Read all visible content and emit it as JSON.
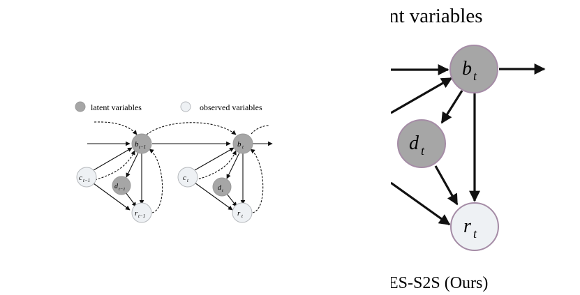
{
  "legend": {
    "latent_label": "latent variables",
    "observed_label": "observed variables"
  },
  "left_diagram": {
    "nodes": {
      "b_prev": {
        "base": "b",
        "sub": "t−1"
      },
      "c_prev": {
        "base": "c",
        "sub": "t−1"
      },
      "d_prev": {
        "base": "d",
        "sub": "t−1"
      },
      "r_prev": {
        "base": "r",
        "sub": "t−1"
      },
      "b_cur": {
        "base": "b",
        "sub": "t"
      },
      "c_cur": {
        "base": "c",
        "sub": "t"
      },
      "d_cur": {
        "base": "d",
        "sub": "t"
      },
      "r_cur": {
        "base": "r",
        "sub": "t"
      }
    }
  },
  "right_zoom": {
    "header_fragment": "nt variables",
    "footer_fragment": "ES-S2S (Ours)",
    "nodes": {
      "b": {
        "base": "b",
        "sub": "t"
      },
      "d": {
        "base": "d",
        "sub": "t"
      },
      "r": {
        "base": "r",
        "sub": "t"
      }
    }
  },
  "colors": {
    "latent_fill": "#a6a6a6",
    "latent_stroke": "#9a9a9a",
    "observed_fill": "#eef1f4",
    "observed_stroke": "#b6b9bd",
    "zoom_stroke": "#a58ca6",
    "edge": "#111111"
  }
}
